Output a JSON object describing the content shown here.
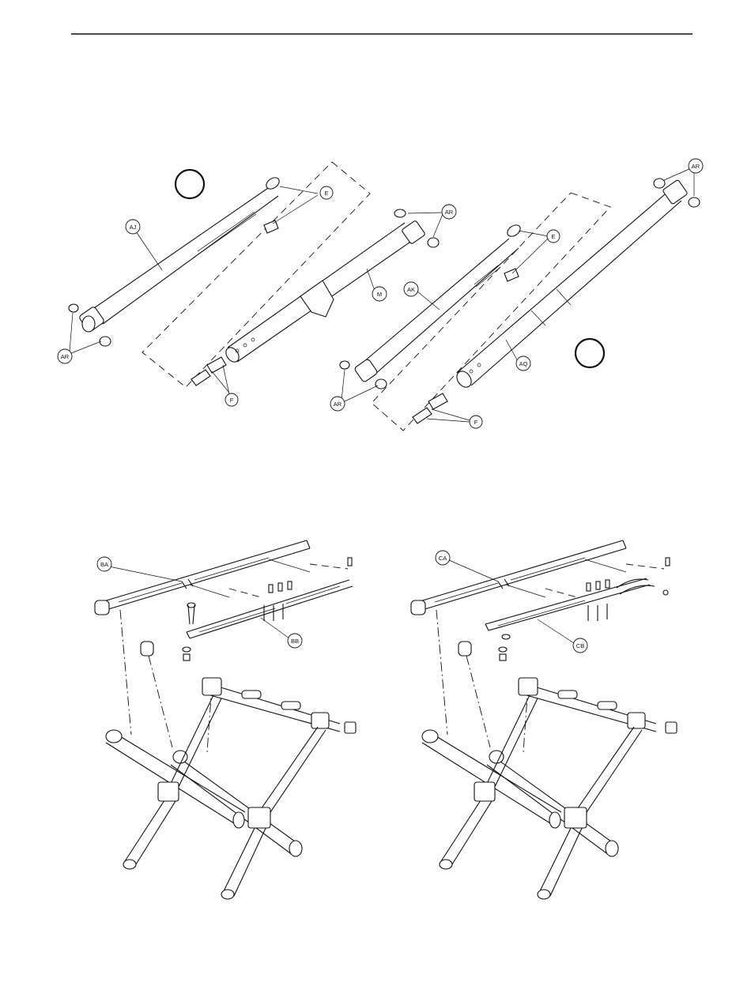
{
  "callouts": {
    "aj": "AJ",
    "e1": "E",
    "ar1": "AR",
    "m": "M",
    "f1": "F",
    "ar2": "AR",
    "e2": "E",
    "ak": "AK",
    "ar3": "AR",
    "ar4": "AR",
    "aq": "AQ",
    "f2": "F",
    "ba": "BA",
    "bb": "BB",
    "ca": "CA",
    "cb": "CB"
  }
}
